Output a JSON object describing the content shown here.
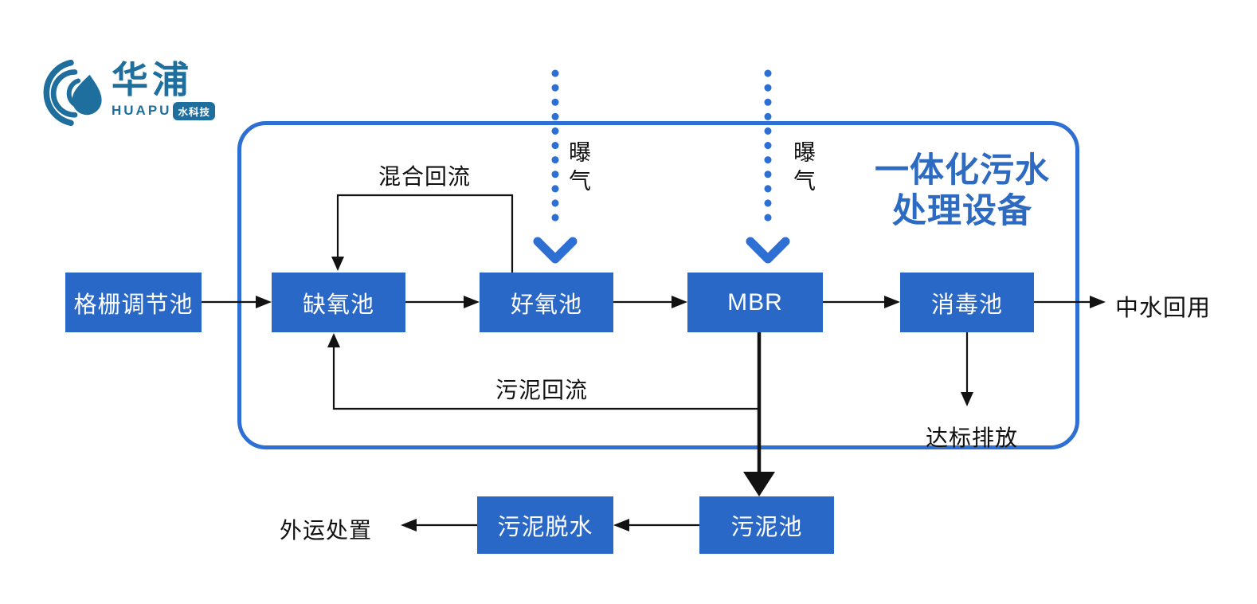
{
  "logo": {
    "name_cn": "华浦",
    "name_en": "HUAPU",
    "badge": "水科技"
  },
  "title": {
    "line1": "一体化污水",
    "line2": "处理设备"
  },
  "nodes": {
    "grid_tank": "格栅调节池",
    "anoxic_tank": "缺氧池",
    "aerobic_tank": "好氧池",
    "mbr": "MBR",
    "disinfection_tank": "消毒池",
    "sludge_tank": "污泥池",
    "sludge_dewatering": "污泥脱水"
  },
  "flow_labels": {
    "mixed_reflux": "混合回流",
    "sludge_reflux": "污泥回流",
    "aeration_left": "曝气",
    "aeration_right": "曝气",
    "reclaimed_water_reuse": "中水回用",
    "standard_discharge": "达标排放",
    "offsite_disposal": "外运处置"
  },
  "colors": {
    "node_blue": "#2A68C8",
    "frame_blue": "#2E6FD4",
    "accent_blue": "#2E6FD4",
    "title_blue": "#2D6BC2",
    "logo_blue": "#1E6E9E",
    "line_black": "#121212",
    "node_text": "#FFFFFF",
    "label_text": "#111111"
  }
}
